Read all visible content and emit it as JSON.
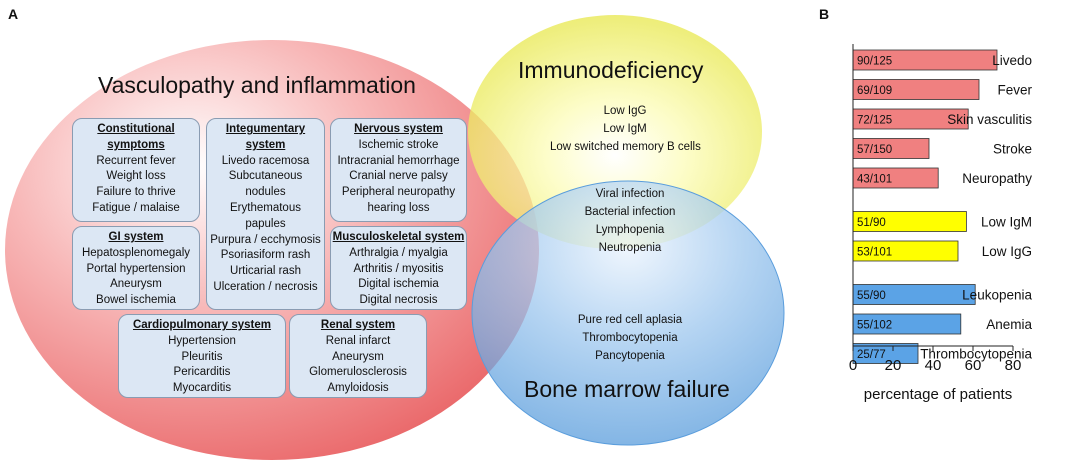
{
  "panel_a": {
    "letter": "A",
    "vasculopathy": {
      "title": "Vasculopathy and inflammation",
      "systems": [
        {
          "head": "Constitutional symptoms",
          "items": [
            "Recurrent fever",
            "Weight loss",
            "Failure to thrive",
            "Fatigue / malaise"
          ]
        },
        {
          "head": "Integumentary system",
          "items": [
            "Livedo racemosa",
            "Subcutaneous nodules",
            "Erythematous papules",
            "Purpura / ecchymosis",
            "Psoriasiform rash",
            "Urticarial rash",
            "Ulceration / necrosis"
          ]
        },
        {
          "head": "Nervous system",
          "items": [
            "Ischemic stroke",
            "Intracranial hemorrhage",
            "Cranial nerve palsy",
            "Peripheral neuropathy",
            "hearing loss"
          ]
        },
        {
          "head": "GI system",
          "items": [
            "Hepatosplenomegaly",
            "Portal hypertension",
            "Aneurysm",
            "Bowel ischemia"
          ]
        },
        {
          "head": "Musculoskeletal system",
          "items": [
            "Arthralgia / myalgia",
            "Arthritis / myositis",
            "Digital ischemia",
            "Digital necrosis"
          ]
        },
        {
          "head": "Cardiopulmonary system",
          "items": [
            "Hypertension",
            "Pleuritis",
            "Pericarditis",
            "Myocarditis"
          ]
        },
        {
          "head": "Renal system",
          "items": [
            "Renal infarct",
            "Aneurysm",
            "Glomerulosclerosis",
            "Amyloidosis"
          ]
        }
      ]
    },
    "immunodeficiency": {
      "title": "Immunodeficiency",
      "items": [
        "Low IgG",
        "Low IgM",
        "Low switched memory  B cells"
      ]
    },
    "overlap": {
      "items": [
        "Viral infection",
        "Bacterial infection",
        "Lymphopenia",
        "Neutropenia"
      ]
    },
    "bone_marrow": {
      "title": "Bone marrow failure",
      "items": [
        "Pure red cell aplasia",
        "Thrombocytopenia",
        "Pancytopenia"
      ]
    }
  },
  "panel_b": {
    "letter": "B"
  },
  "chart_data": {
    "type": "bar",
    "orientation": "horizontal",
    "title": "",
    "xlabel": "percentage of patients",
    "ylabel": "",
    "xlim": [
      0,
      80
    ],
    "xticks": [
      0,
      20,
      40,
      60,
      80
    ],
    "grid": false,
    "groups": [
      {
        "color": "#f08080",
        "bars": [
          {
            "category": "Livedo",
            "value": 72,
            "label": "90/125"
          },
          {
            "category": "Fever",
            "value": 63,
            "label": "69/109"
          },
          {
            "category": "Skin vasculitis",
            "value": 57.6,
            "label": "72/125"
          },
          {
            "category": "Stroke",
            "value": 38,
            "label": "57/150"
          },
          {
            "category": "Neuropathy",
            "value": 42.6,
            "label": "43/101"
          }
        ]
      },
      {
        "color": "#ffff00",
        "bars": [
          {
            "category": "Low IgM",
            "value": 56.7,
            "label": "51/90"
          },
          {
            "category": "Low IgG",
            "value": 52.5,
            "label": "53/101"
          }
        ]
      },
      {
        "color": "#5ba3e6",
        "bars": [
          {
            "category": "Leukopenia",
            "value": 61.1,
            "label": "55/90"
          },
          {
            "category": "Anemia",
            "value": 53.9,
            "label": "55/102"
          },
          {
            "category": "Thrombocytopenia",
            "value": 32.5,
            "label": "25/77"
          }
        ]
      }
    ]
  }
}
